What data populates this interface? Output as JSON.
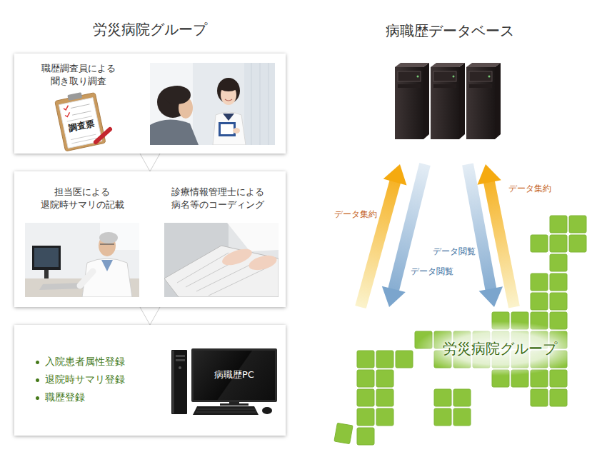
{
  "diagram": {
    "nodes": [
      {
        "text": [
          "職歴調査員による 聞き取り調査"
        ]
      },
      {
        "text": [
          "担当医による 退院時サマリの記載",
          "診療情報管理士による 病名等のコーディング"
        ]
      },
      {
        "text": [
          "入院患者属性登録",
          "退院時サマリ登録",
          "職歴登録"
        ]
      },
      {
        "text": [
          "病職歴PC"
        ],
        "in": 2
      },
      {
        "text": [
          "病職歴データベース"
        ]
      },
      {
        "text": [
          "労災病院グループ"
        ]
      }
    ],
    "edges": [
      {
        "from": 0,
        "to": 1,
        "arrow": "to"
      },
      {
        "from": 1,
        "to": 2,
        "arrow": "to"
      },
      {
        "from": 5,
        "to": 4,
        "label": "データ集約",
        "arrow": "to"
      },
      {
        "from": 4,
        "to": 5,
        "label": "データ閲覧",
        "arrow": "to"
      },
      {
        "from": 4,
        "to": 5,
        "label": "データ閲覧",
        "arrow": "to"
      },
      {
        "from": 5,
        "to": 4,
        "label": "データ集約",
        "arrow": "to"
      }
    ],
    "labels": [
      "労災病院グループ",
      "調査票"
    ]
  }
}
